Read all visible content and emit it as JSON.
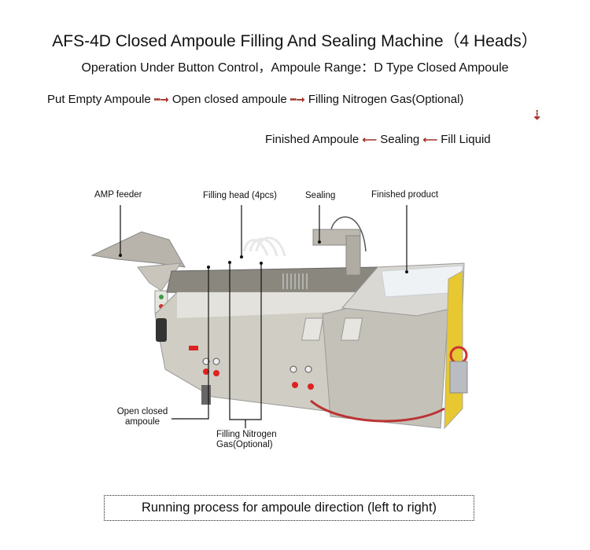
{
  "header": {
    "title": "AFS-4D Closed Ampoule Filling And Sealing Machine（4 Heads）",
    "subtitle": "Operation Under Button Control，Ampoule Range：D Type Closed Ampoule"
  },
  "process_flow": {
    "steps": [
      "Put Empty Ampoule",
      "Open closed ampoule",
      "Filling Nitrogen Gas(Optional)",
      "Fill Liquid",
      "Sealing",
      "Finished Ampoule"
    ],
    "arrow_color": "#a4332a"
  },
  "callouts": {
    "amp_feeder": "AMP feeder",
    "filling_head": "Filling head (4pcs)",
    "sealing": "Sealing",
    "finished_product": "Finished product",
    "open_closed_line1": "Open closed",
    "open_closed_line2": "ampoule",
    "nitrogen_line1": "Filling Nitrogen",
    "nitrogen_line2": "Gas(Optional)"
  },
  "footer": {
    "caption": "Running process for ampoule direction (left to right)"
  }
}
